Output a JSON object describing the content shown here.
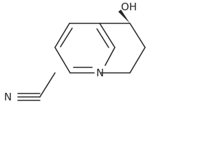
{
  "molecule": {
    "atoms": {
      "hydroxyl": "OH",
      "nitrogen_nitrile": "N",
      "nitrogen_ring": "N"
    },
    "stereo_center": "wedge-bond"
  },
  "colors": {
    "ink": "#262626",
    "background": "#ffffff"
  }
}
